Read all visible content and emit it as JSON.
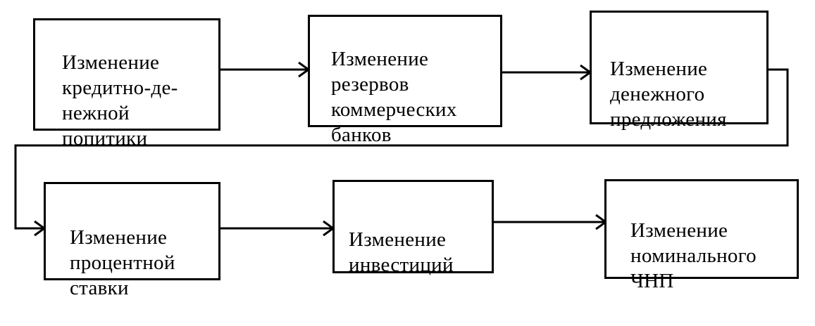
{
  "diagram": {
    "nodes": [
      {
        "id": "credit-policy",
        "label": "Изменение\nкредитно-де-\nнежной\nпопитики"
      },
      {
        "id": "bank-reserves",
        "label": "Изменение\nрезервов\nкоммерческих\nбанков"
      },
      {
        "id": "money-supply",
        "label": "Изменение\nденежного\nпредложения"
      },
      {
        "id": "interest-rate",
        "label": "Изменение\nпроцентной\nставки"
      },
      {
        "id": "investment",
        "label": "Изменение\nинвестиций"
      },
      {
        "id": "nominal-gnp",
        "label": "Изменение\nноминального\nЧНП"
      }
    ],
    "edges": [
      {
        "from": "credit-policy",
        "to": "bank-reserves"
      },
      {
        "from": "bank-reserves",
        "to": "money-supply"
      },
      {
        "from": "money-supply",
        "to": "interest-rate"
      },
      {
        "from": "interest-rate",
        "to": "investment"
      },
      {
        "from": "investment",
        "to": "nominal-gnp"
      }
    ]
  }
}
